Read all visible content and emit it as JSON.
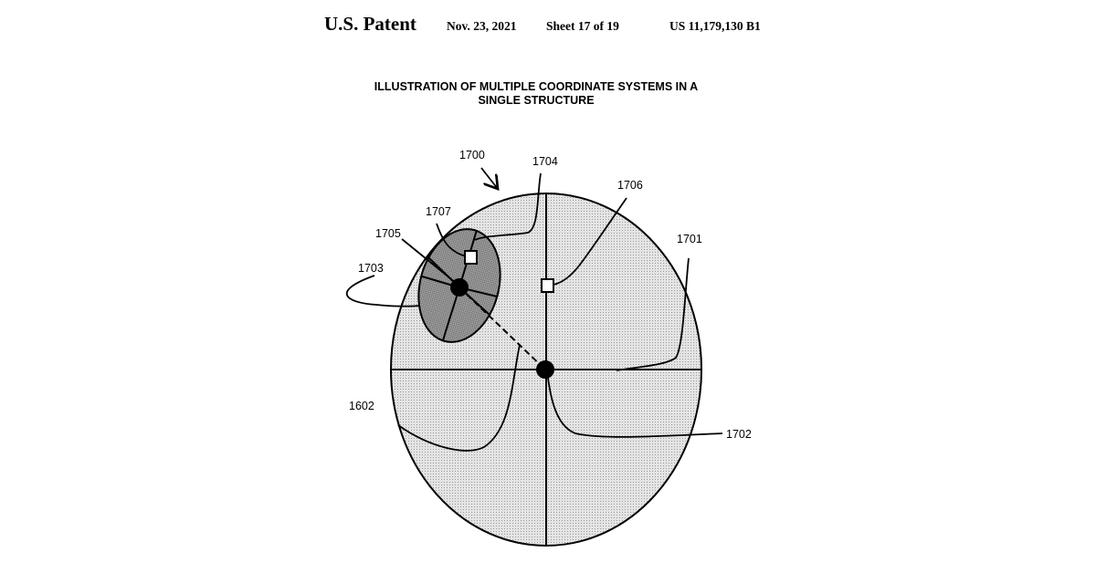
{
  "header": {
    "left": "U.S. Patent",
    "date": "Nov. 23, 2021",
    "sheet": "Sheet 17 of 19",
    "number": "US 11,179,130 B1"
  },
  "figure": {
    "title_line1": "ILLUSTRATION OF MULTIPLE COORDINATE SYSTEMS IN A",
    "title_line2": "SINGLE STRUCTURE",
    "labels": {
      "l1700": "1700",
      "l1704": "1704",
      "l1706": "1706",
      "l1707": "1707",
      "l1705": "1705",
      "l1703": "1703",
      "l1701": "1701",
      "l1602": "1602",
      "l1702": "1702"
    },
    "colors": {
      "outer_fill": "#d4d4d4",
      "inner_fill": "#8a8a8a"
    }
  }
}
